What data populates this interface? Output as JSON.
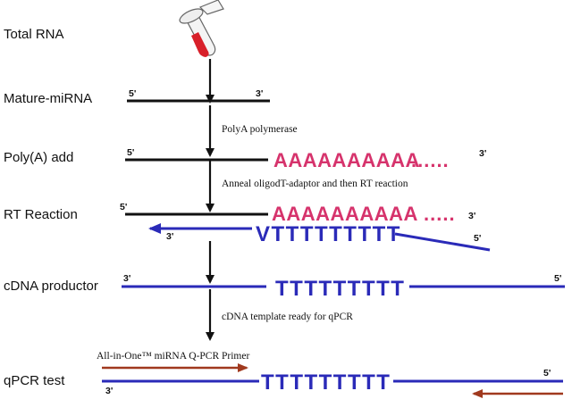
{
  "colors": {
    "rna_strand": "#111111",
    "cdna_strand": "#2a2ab8",
    "poly_a": "#d6336c",
    "primer": "#a0391e",
    "tube_fill": "#d8202a"
  },
  "steps": {
    "total_rna": "Total RNA",
    "mature_mirna": "Mature-miRNA",
    "polya_add": "Poly(A) add",
    "rt_reaction": "RT Reaction",
    "cdna_productor": "cDNA productor",
    "qpcr_test": "qPCR test"
  },
  "notes": {
    "polya_polymerase": "PolyA polymerase",
    "anneal": "Anneal oligodT-adaptor and then RT reaction",
    "cdna_ready": "cDNA template ready  for  qPCR",
    "primer": "All-in-One™ miRNA Q-PCR Primer"
  },
  "ends": {
    "mature_5": "5'",
    "mature_3": "3'",
    "polya_5": "5'",
    "polya_3": "3'",
    "rt_5_top": "5'",
    "rt_3_top": "3'",
    "rt_3_left": "3'",
    "rt_5_adaptor": "5'",
    "cdna_3": "3'",
    "cdna_5": "5'",
    "qpcr_5": "5'",
    "qpcr_3": "3'"
  },
  "sequences": {
    "polya_tail": "AAAAAAAAAA",
    "ellipsis": "......",
    "rt_polya": "AAAAAAAAAA",
    "rt_ellipsis": ".....",
    "rt_polyt": "VTTTTTTTTT",
    "cdna_polyt": "TTTTTTTTT",
    "qpcr_polyt": "TTTTTTTTT"
  },
  "icons": {
    "tube": "microcentrifuge-tube-icon"
  }
}
